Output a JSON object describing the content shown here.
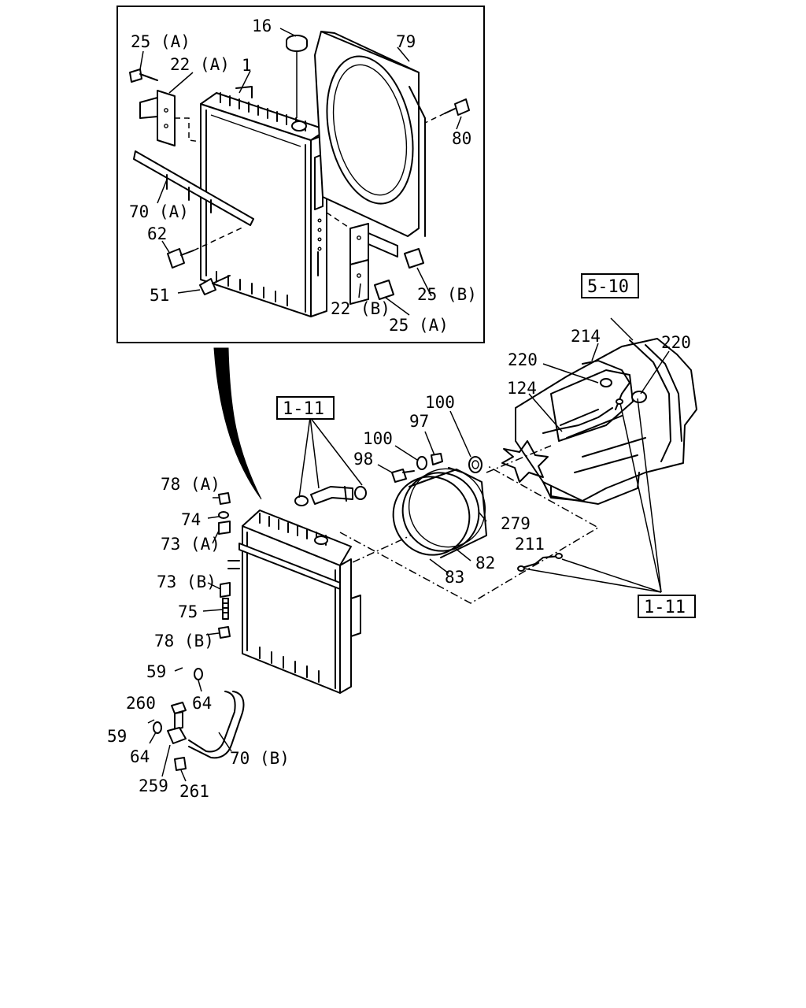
{
  "labels": {
    "l16": "16",
    "l79": "79",
    "l25a_1": "25 (A)",
    "l22a": "22 (A)",
    "l1": "1",
    "l80": "80",
    "l70a": "70 (A)",
    "l62": "62",
    "l51": "51",
    "l25b": "25 (B)",
    "l22b": "22 (B)",
    "l25a_2": "25 (A)",
    "l214": "214",
    "l220_1": "220",
    "l220_2": "220",
    "l124": "124",
    "l100_1": "100",
    "l97": "97",
    "l100_2": "100",
    "l98": "98",
    "l78a": "78 (A)",
    "l74": "74",
    "l73a": "73 (A)",
    "l73b": "73 (B)",
    "l75": "75",
    "l78b": "78 (B)",
    "l279": "279",
    "l211": "211",
    "l82": "82",
    "l83": "83",
    "l59_1": "59",
    "l64_1": "64",
    "l260": "260",
    "l59_2": "59",
    "l64_2": "64",
    "l70b": "70 (B)",
    "l259": "259",
    "l261": "261"
  },
  "refs": {
    "ref_5_10": "5-10",
    "ref_1_11_top": "1-11",
    "ref_1_11_bottom": "1-11"
  }
}
